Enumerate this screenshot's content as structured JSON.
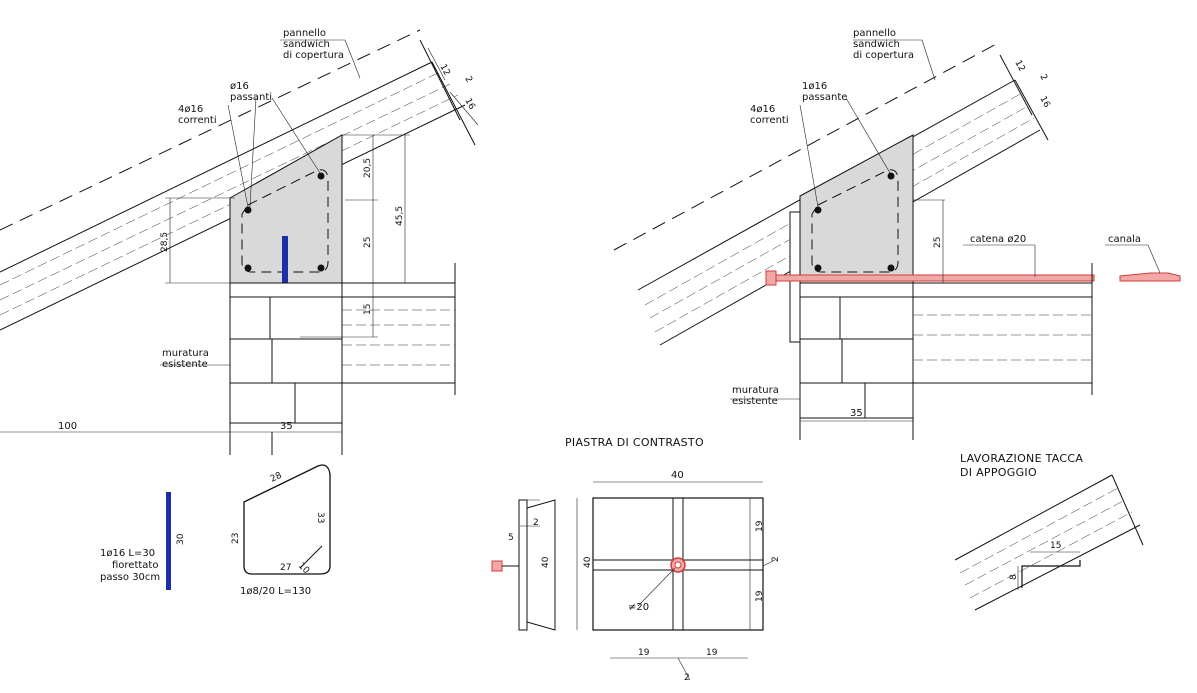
{
  "left_detail": {
    "label_panel": [
      "pannello",
      "sandwich",
      "di copertura"
    ],
    "label_through": [
      "ø16",
      "passanti"
    ],
    "label_runners": [
      "4ø16",
      "correnti"
    ],
    "label_masonry": [
      "muratura",
      "esistente"
    ],
    "dims": {
      "d12": "12",
      "d2": "2",
      "d16": "16",
      "d20_5": "20,5",
      "d45_5": "45,5",
      "d28_5": "28,5",
      "d25": "25",
      "d15": "15",
      "d100": "100",
      "d35": "35"
    }
  },
  "right_detail": {
    "label_panel": [
      "pannello",
      "sandwich",
      "di copertura"
    ],
    "label_through": [
      "1ø16",
      "passante"
    ],
    "label_runners": [
      "4ø16",
      "correnti"
    ],
    "label_tie": "catena ø20",
    "label_gutter": "canala",
    "label_masonry": [
      "muratura",
      "esistente"
    ],
    "dims": {
      "d12": "12",
      "d2": "2",
      "d16": "16",
      "d25": "25",
      "d35": "35"
    }
  },
  "bars": {
    "straight_bar": {
      "dim": "30",
      "spec": [
        "1ø16 L=30",
        "fiorettato",
        "passo 30cm"
      ]
    },
    "stirrup": {
      "d28": "28",
      "d23": "23",
      "d33": "33",
      "d27": "27",
      "d10": "10",
      "spec": "1ø8/20 L=130"
    }
  },
  "plate": {
    "title": "PIASTRA DI CONTRASTO",
    "dims": {
      "top": "40",
      "left": "40",
      "side_h": "40",
      "r19a": "19",
      "r19b": "19",
      "b19a": "19",
      "b19b": "19",
      "r2": "2",
      "b2": "2",
      "s2": "2",
      "s5": "5",
      "thk": "≠20"
    }
  },
  "notch": {
    "title": [
      "LAVORAZIONE TACCA",
      "DI APPOGGIO"
    ],
    "dims": {
      "d15": "15",
      "d8": "8"
    }
  },
  "colors": {
    "tie": "#f3a8a8",
    "bar": "#1b2fa8",
    "concrete": "#d9d9d9"
  }
}
